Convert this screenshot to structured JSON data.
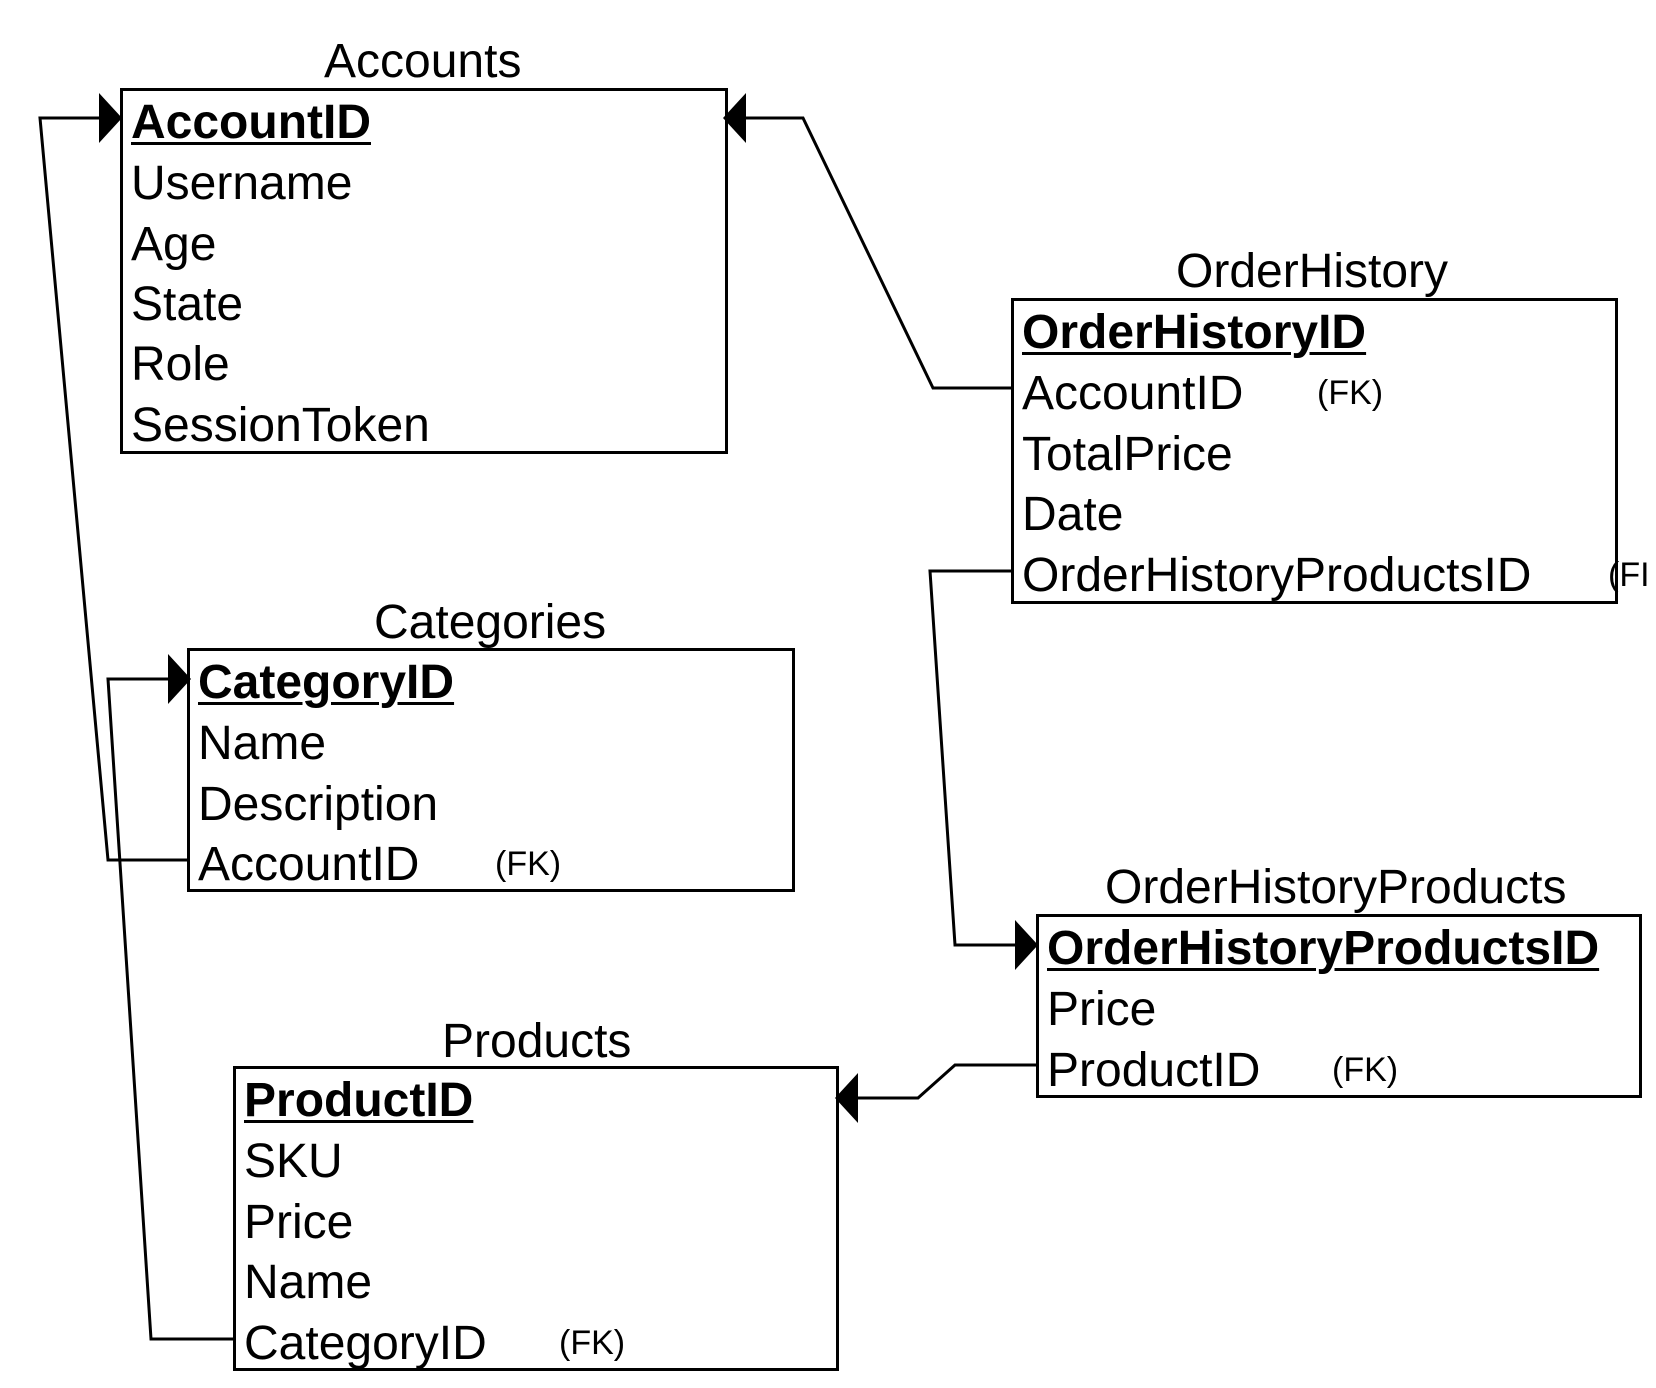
{
  "tables": {
    "accounts": {
      "title": "Accounts",
      "fields": [
        "AccountID",
        "Username",
        "Age",
        "State",
        "Role",
        "SessionToken"
      ]
    },
    "categories": {
      "title": "Categories",
      "fields": [
        "CategoryID",
        "Name",
        "Description",
        "AccountID"
      ],
      "fk": "(FK)"
    },
    "products": {
      "title": "Products",
      "fields": [
        "ProductID",
        "SKU",
        "Price",
        "Name",
        "CategoryID"
      ],
      "fk": "(FK)"
    },
    "orderhistory": {
      "title": "OrderHistory",
      "fields": [
        "OrderHistoryID",
        "AccountID",
        "TotalPrice",
        "Date",
        "OrderHistoryProductsID"
      ],
      "fk": "(FK)",
      "fk_clipped": "(FI"
    },
    "orderhistoryproducts": {
      "title": "OrderHistoryProducts",
      "fields": [
        "OrderHistoryProductsID",
        "Price",
        "ProductID"
      ],
      "fk": "(FK)"
    }
  }
}
